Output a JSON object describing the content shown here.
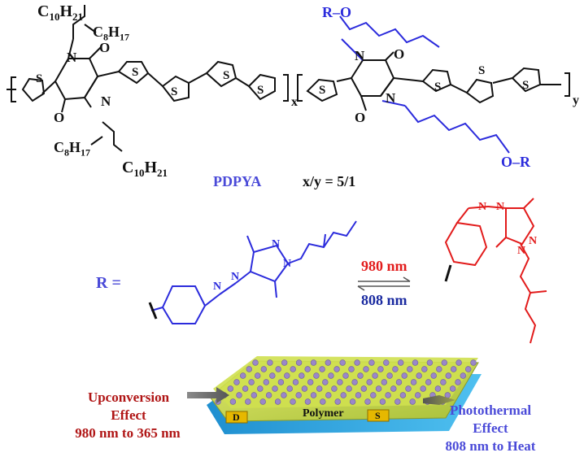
{
  "atoms": {
    "n": "N",
    "o": "O",
    "s": "S",
    "r": "R",
    "ro": "R–O",
    "or": "O–R",
    "c10h21": "C10H21",
    "c8h17": "C8H17",
    "x": "x",
    "y": "y"
  },
  "polymer": {
    "name": "PDPYA",
    "ratio": "x/y = 5/1"
  },
  "switch": {
    "r_eq": "R  =",
    "forward_wavelength": "980 nm",
    "reverse_wavelength": "808 nm"
  },
  "device": {
    "left_label": [
      "Upconversion",
      "Effect",
      "980 nm to 365 nm"
    ],
    "right_label": [
      "Photothermal",
      "Effect",
      "808 nm to Heat"
    ],
    "polymer_label": "Polymer",
    "drain_label": "D",
    "source_label": "S"
  },
  "colors": {
    "black": "#111111",
    "blue": "#2b2bdc",
    "red": "#e21b1b",
    "dark_red": "#b01515",
    "blue_text": "#4a4ad8",
    "navy": "#1a2aa0",
    "film_green": "#c9d84a",
    "substrate_blue": "#29a9e0",
    "electrode_gold": "#e6b800",
    "dot": "#9a87c9"
  }
}
